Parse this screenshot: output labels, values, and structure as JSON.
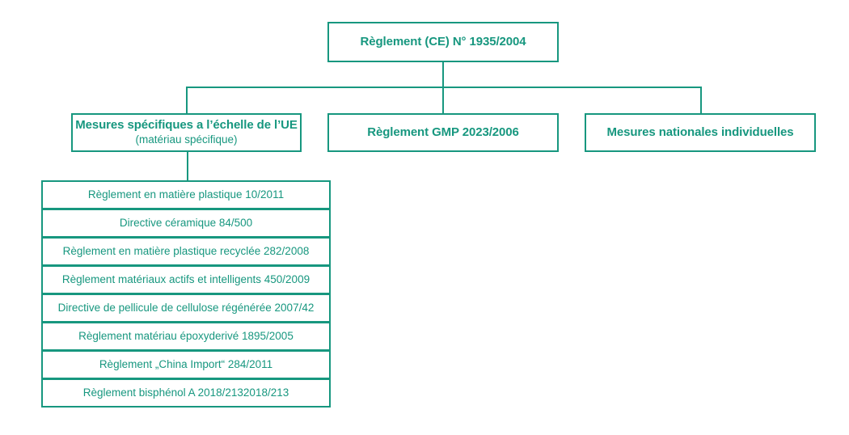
{
  "diagram": {
    "accent_color": "#17977f",
    "background_color": "#ffffff",
    "root": {
      "label": "Règlement (CE) N° 1935/2004"
    },
    "branches": [
      {
        "label": "Mesures spécifiques a l’échelle de l’UE",
        "sublabel": "(matériau spécifique)"
      },
      {
        "label": "Règlement GMP 2023/2006",
        "sublabel": ""
      },
      {
        "label": "Mesures nationales individuelles",
        "sublabel": ""
      }
    ],
    "measures": [
      {
        "label": "Règlement en matière plastique 10/2011"
      },
      {
        "label": "Directive céramique 84/500"
      },
      {
        "label": "Règlement en matière plastique recyclée 282/2008"
      },
      {
        "label": "Règlement matériaux actifs et intelligents 450/2009"
      },
      {
        "label": "Directive de pellicule de cellulose régénérée 2007/42"
      },
      {
        "label": "Règlement matériau époxyderivé 1895/2005"
      },
      {
        "label": "Règlement „China Import“ 284/2011"
      },
      {
        "label": "Règlement bisphénol A 2018/2132018/213"
      }
    ]
  }
}
